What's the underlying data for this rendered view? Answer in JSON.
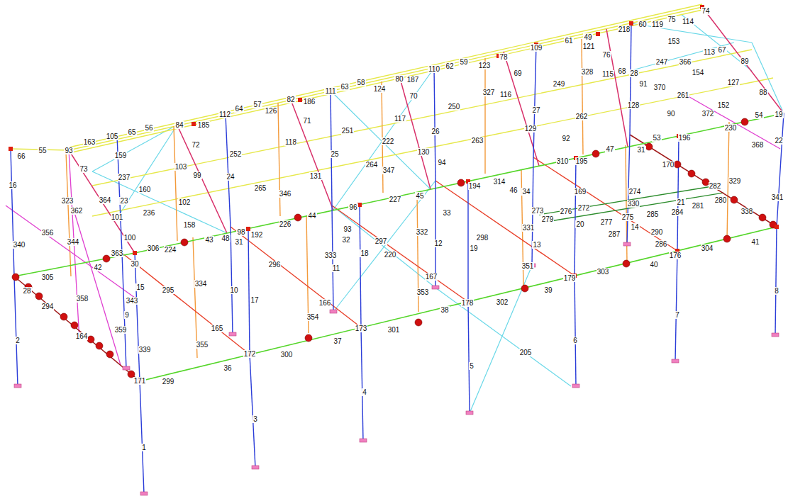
{
  "diagram": {
    "labels": [
      "74",
      "75",
      "114",
      "60",
      "119",
      "218",
      "49",
      "61",
      "121",
      "153",
      "67",
      "113",
      "109",
      "76",
      "78",
      "89",
      "247",
      "366",
      "59",
      "123",
      "62",
      "110",
      "68",
      "28",
      "154",
      "328",
      "115",
      "69",
      "80",
      "187",
      "58",
      "91",
      "127",
      "249",
      "370",
      "63",
      "124",
      "111",
      "88",
      "327",
      "116",
      "261",
      "70",
      "82",
      "186",
      "57",
      "128",
      "152",
      "250",
      "64",
      "27",
      "126",
      "112",
      "90",
      "372",
      "54",
      "19",
      "262",
      "117",
      "71",
      "185",
      "84",
      "56",
      "230",
      "129",
      "251",
      "26",
      "65",
      "105",
      "196",
      "53",
      "92",
      "263",
      "22",
      "222",
      "163",
      "118",
      "368",
      "72",
      "31",
      "47",
      "55",
      "93",
      "130",
      "25",
      "252",
      "66",
      "159",
      "195",
      "310",
      "94",
      "264",
      "170",
      "103",
      "73",
      "347",
      "99",
      "24",
      "131",
      "237",
      "329",
      "314",
      "16",
      "194",
      "282",
      "46",
      "265",
      "160",
      "34",
      "169",
      "274",
      "346",
      "45",
      "341",
      "227",
      "364",
      "280",
      "23",
      "102",
      "323",
      "21",
      "330",
      "281",
      "362",
      "96",
      "272",
      "276",
      "338",
      "284",
      "33",
      "236",
      "273",
      "285",
      "44",
      "279",
      "275",
      "101",
      "277",
      "14",
      "20",
      "226",
      "158",
      "331",
      "93",
      "356",
      "287",
      "290",
      "32",
      "98",
      "192",
      "100",
      "298",
      "48",
      "43",
      "31",
      "297",
      "344",
      "41",
      "12",
      "340",
      "13",
      "19",
      "304",
      "306",
      "224",
      "286",
      "332",
      "176",
      "18",
      "363",
      "220",
      "333",
      "30",
      "40",
      "296",
      "351",
      "42",
      "11",
      "303",
      "167",
      "305",
      "179",
      "334",
      "15",
      "10",
      "295",
      "28",
      "39",
      "8",
      "353",
      "358",
      "17",
      "343",
      "302",
      "166",
      "178",
      "294",
      "38",
      "7",
      "9",
      "354",
      "165",
      "173",
      "301",
      "359",
      "164",
      "6",
      "2",
      "37",
      "355",
      "339",
      "205",
      "172",
      "300",
      "5",
      "36",
      "299",
      "171",
      "4",
      "3",
      "1"
    ]
  }
}
